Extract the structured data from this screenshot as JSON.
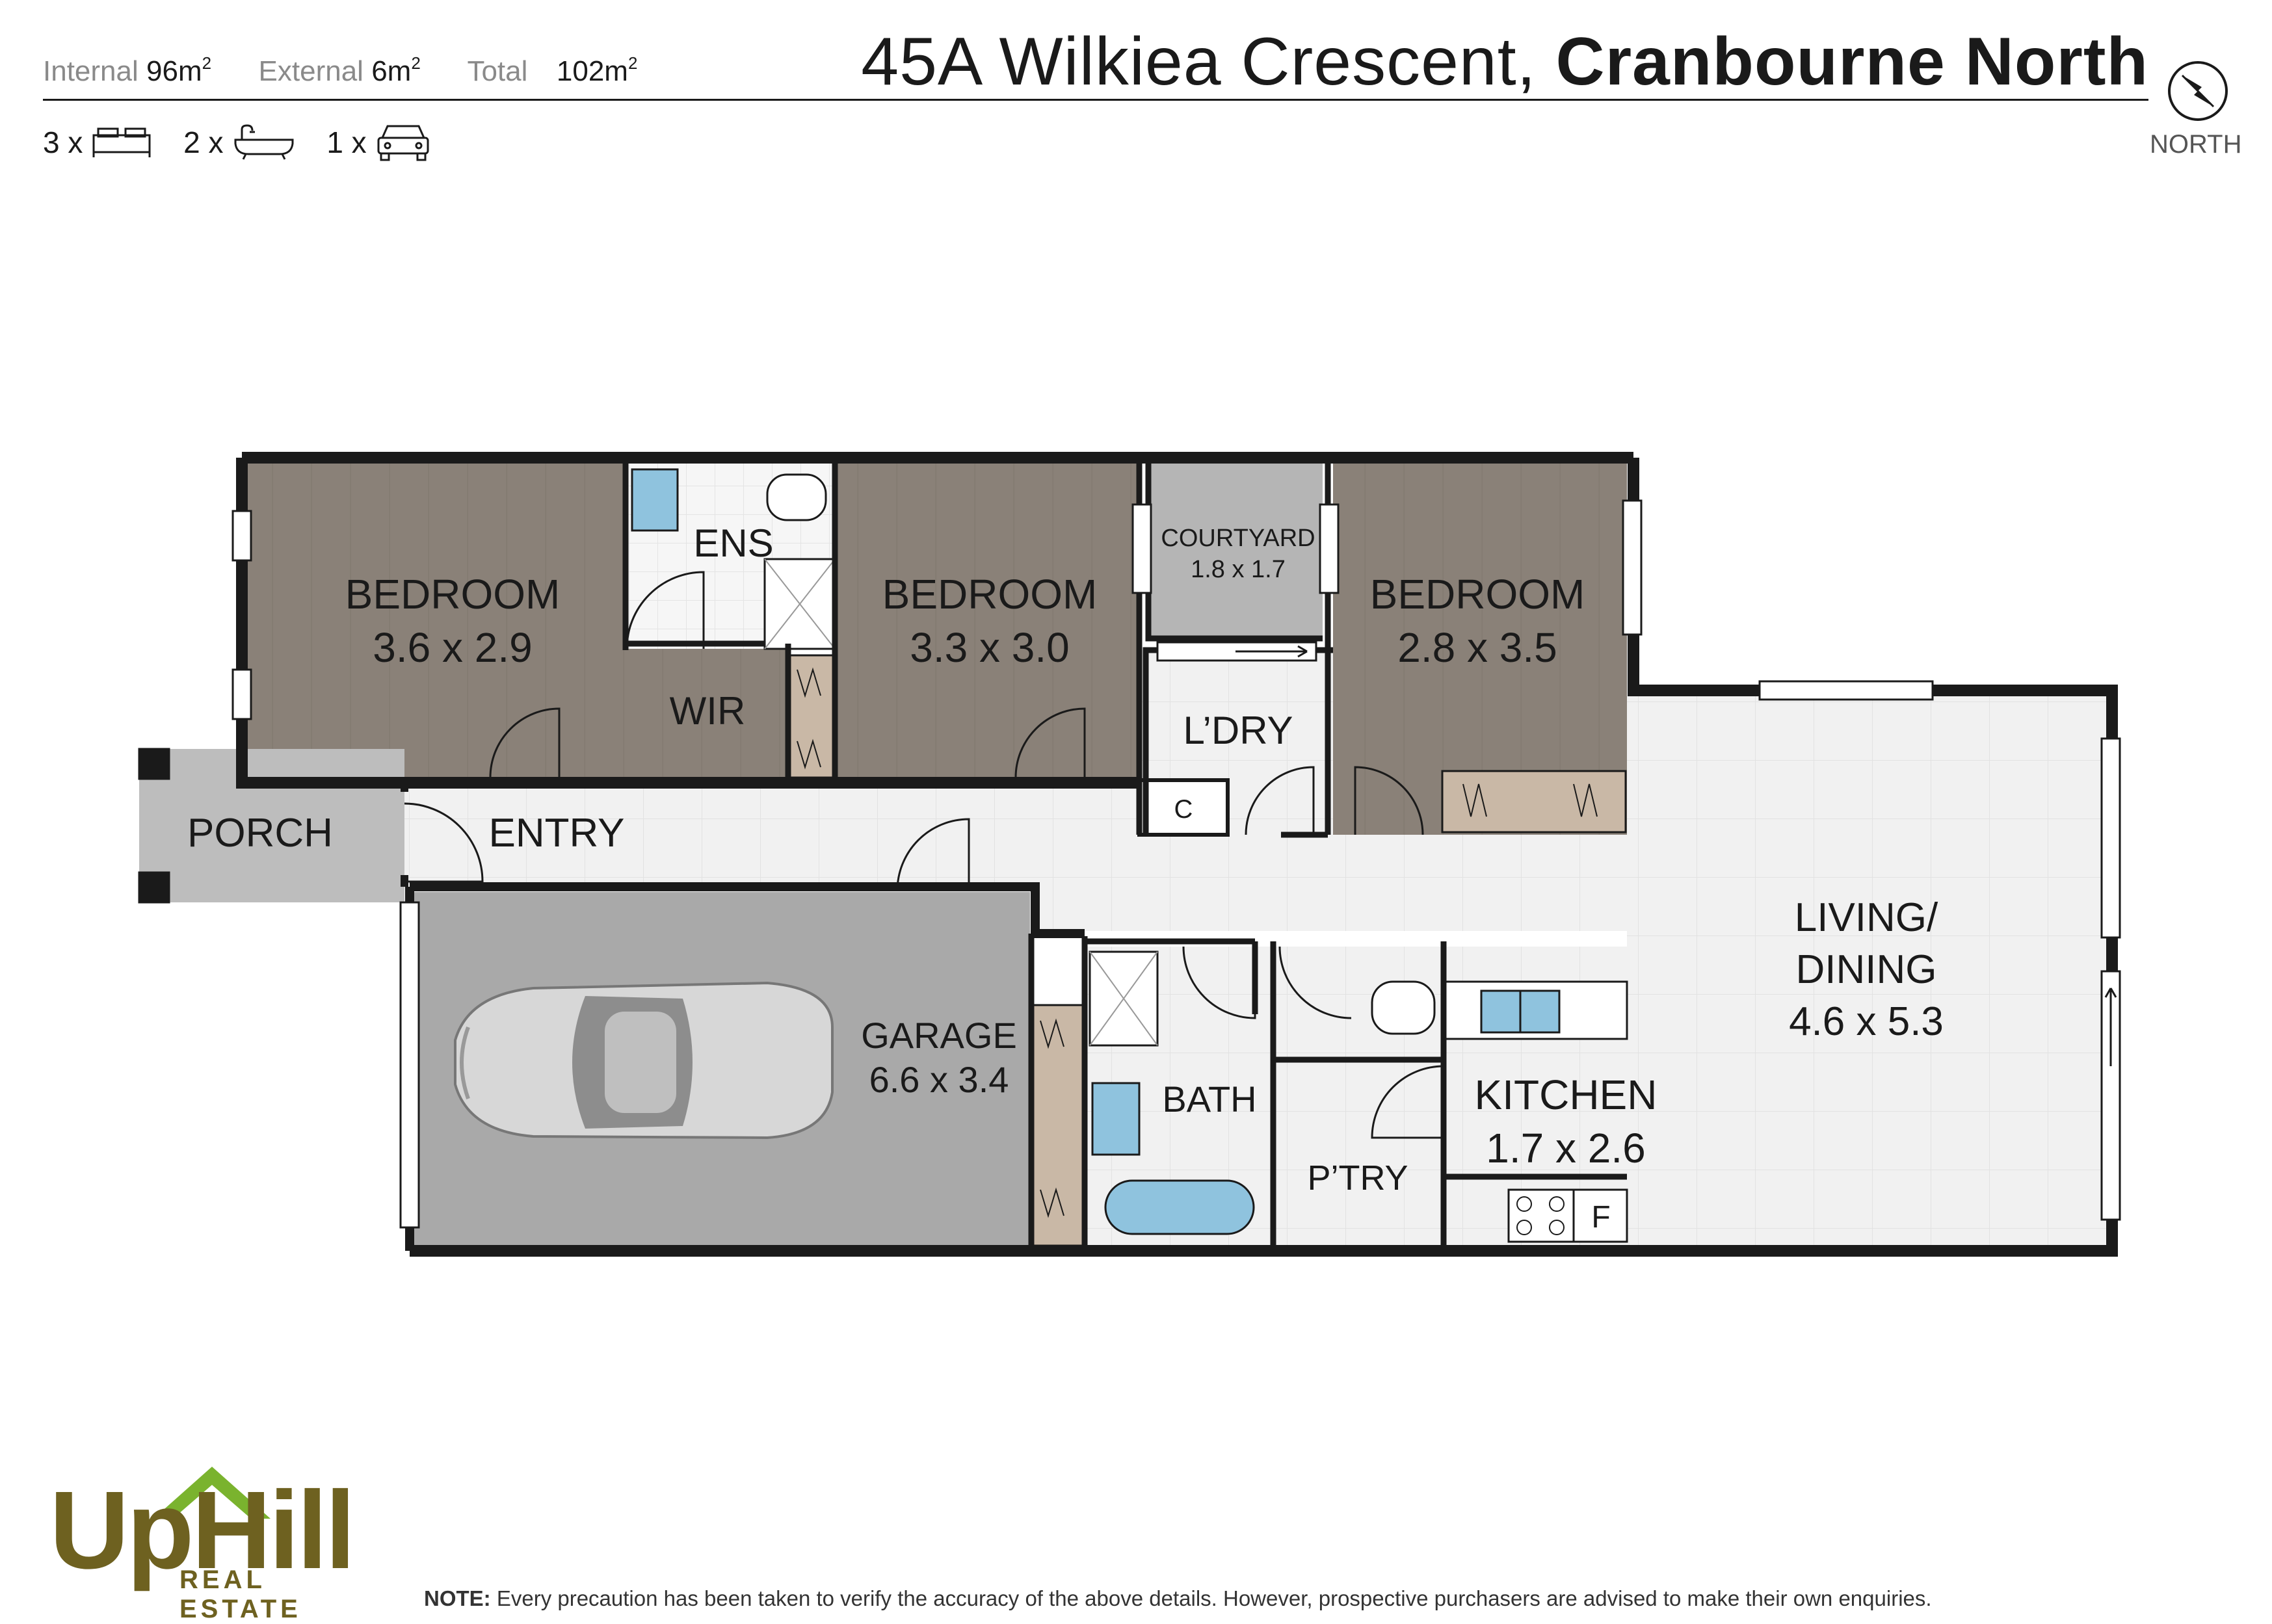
{
  "header": {
    "address_street": "45A Wilkiea Crescent,",
    "address_suburb": "Cranbourne North",
    "internal_label": "Internal",
    "internal_value": "96m",
    "external_label": "External",
    "external_value": "6m",
    "total_label": "Total",
    "total_value": "102m",
    "area_superscript": "2",
    "bedrooms": "3 x",
    "bathrooms": "2 x",
    "car_spaces": "1 x",
    "north_label": "NORTH"
  },
  "rooms": {
    "bedroom1_name": "BEDROOM",
    "bedroom1_size": "3.6 x 2.9",
    "ens": "ENS",
    "wir": "WIR",
    "bedroom2_name": "BEDROOM",
    "bedroom2_size": "3.3 x 3.0",
    "courtyard_name": "COURTYARD",
    "courtyard_size": "1.8 x 1.7",
    "bedroom3_name": "BEDROOM",
    "bedroom3_size": "2.8 x 3.5",
    "laundry": "L’DRY",
    "cupboard": "C",
    "porch": "PORCH",
    "entry": "ENTRY",
    "living_line1": "LIVING/",
    "living_line2": "DINING",
    "living_size": "4.6 x 5.3",
    "garage_name": "GARAGE",
    "garage_size": "6.6 x 3.4",
    "bath": "BATH",
    "pantry": "P’TRY",
    "kitchen_name": "KITCHEN",
    "kitchen_size": "1.7 x 2.6",
    "fridge": "F"
  },
  "logo": {
    "name": "UpHill",
    "sub": "REAL ESTATE"
  },
  "footer": {
    "note_label": "NOTE:",
    "note_text": "Every precaution has been taken to verify the accuracy of the above details. However, prospective purchasers are advised to make their own enquiries."
  },
  "colors": {
    "wall": "#1a1a1a",
    "bedroom_floor": "#8a8178",
    "tile_floor": "#f2f2f2",
    "garage_floor": "#a9a9a9",
    "robe": "#c9b8a6",
    "water": "#8fc3de",
    "logo": "#6e6120",
    "logo_accent": "#7ab32e"
  }
}
